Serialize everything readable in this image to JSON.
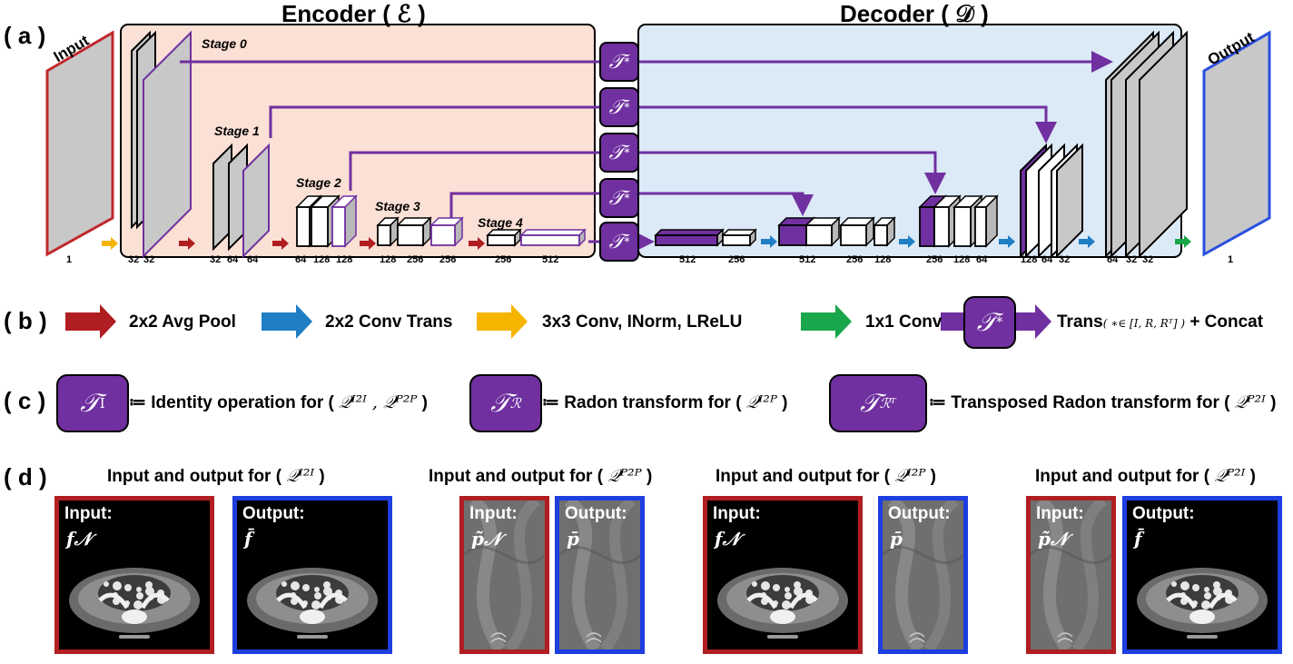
{
  "panel_labels": {
    "a": "( a )",
    "b": "( b )",
    "c": "( c )",
    "d": "( d )"
  },
  "encoder_title": "Encoder ( ℰ )",
  "decoder_title": "Decoder ( 𝒟 )",
  "input_label": "Input",
  "output_label": "Output",
  "stages": [
    "Stage 0",
    "Stage 1",
    "Stage 2",
    "Stage 3",
    "Stage 4"
  ],
  "transform_symbol": "𝒯",
  "transform_subscript": "*",
  "channel_labels": {
    "input": "1",
    "s0": [
      "32",
      "32"
    ],
    "s1": [
      "32",
      "64",
      "64"
    ],
    "s2": [
      "64",
      "128",
      "128"
    ],
    "s3": [
      "128",
      "256",
      "256"
    ],
    "s4": [
      "256",
      "512"
    ],
    "d4": [
      "512",
      "256"
    ],
    "d3": [
      "512",
      "256",
      "128"
    ],
    "d2": [
      "256",
      "128",
      "64"
    ],
    "d1": [
      "128",
      "64",
      "32"
    ],
    "d0": [
      "64",
      "32",
      "32"
    ],
    "output": "1"
  },
  "legend": {
    "avg_pool": "2x2 Avg Pool",
    "conv_trans": "2x2 Conv Trans",
    "conv3": "3x3 Conv, INorm, LReLU",
    "conv1": "1x1 Conv",
    "trans_prefix": "Trans",
    "trans_set": "( ∗∈ [I, R, Rᵀ] )",
    "trans_suffix": "+ Concat"
  },
  "definitions": [
    {
      "symbol": "𝒯",
      "sub": "I",
      "text": "≔ Identity operation for (",
      "args": "𝒬ᴵ²ᴵ , 𝒬ᴾ²ᴾ",
      "close": ")"
    },
    {
      "symbol": "𝒯",
      "sub": "ℛ",
      "text": "≔ Radon transform for (",
      "args": "𝒬ᴵ²ᴾ",
      "close": ")"
    },
    {
      "symbol": "𝒯",
      "sub": "ℛᵀ",
      "text": "≔ Transposed Radon transform for (",
      "args": "𝒬ᴾ²ᴵ",
      "close": ")"
    }
  ],
  "examples": [
    {
      "caption": "Input and output for (",
      "q": "𝒬ᴵ²ᴵ",
      "in_label": "Input:",
      "in_sym": "f𝒩",
      "out_label": "Output:",
      "out_sym": "f̄",
      "in_type": "ct",
      "out_type": "ct"
    },
    {
      "caption": "Input and output for (",
      "q": "𝒬ᴾ²ᴾ",
      "in_label": "Input:",
      "in_sym": "p̃𝒩",
      "out_label": "Output:",
      "out_sym": "p̄",
      "in_type": "sino",
      "out_type": "sino"
    },
    {
      "caption": "Input and output for (",
      "q": "𝒬ᴵ²ᴾ",
      "in_label": "Input:",
      "in_sym": "f𝒩",
      "out_label": "Output:",
      "out_sym": "p̄",
      "in_type": "ct",
      "out_type": "sino"
    },
    {
      "caption": "Input and output for (",
      "q": "𝒬ᴾ²ᴵ",
      "in_label": "Input:",
      "in_sym": "p̃𝒩",
      "out_label": "Output:",
      "out_sym": "f̄",
      "in_type": "sino",
      "out_type": "ct"
    }
  ],
  "colors": {
    "encoder_bg": "#fbe0d5",
    "decoder_bg": "#dce9f7",
    "purple": "#7030a0",
    "red_arrow": "#b01e22",
    "blue_arrow": "#1f7fc4",
    "yellow_arrow": "#f5b400",
    "green_arrow": "#1aa64a",
    "input_border": "#c0282c",
    "output_border": "#2a4fe0"
  }
}
